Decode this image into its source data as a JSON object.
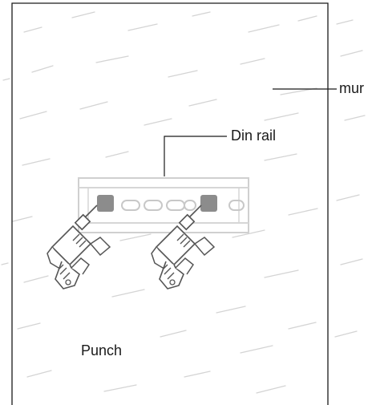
{
  "labels": {
    "wall": "mur",
    "rail": "Din rail",
    "punch": "Punch"
  },
  "icons": {
    "tool_left": "power-drill-icon",
    "tool_right": "power-drill-icon"
  },
  "colors": {
    "outline": "#1a1a1a",
    "marks": "#d2d2d2",
    "rail": "#cfcfcf",
    "hole_marker": "#8c8c8c",
    "drill": "#555555"
  }
}
